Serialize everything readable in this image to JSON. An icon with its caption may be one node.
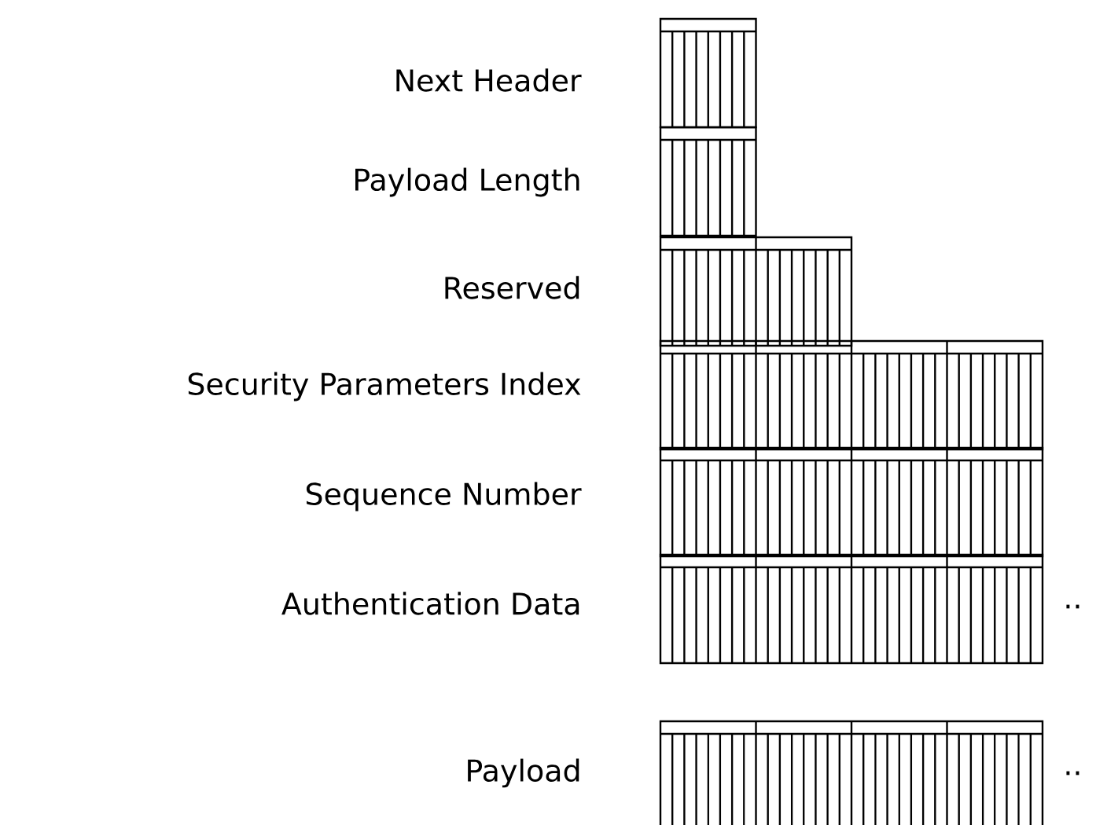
{
  "diagram": {
    "labels": [
      "Next Header",
      "Payload Length",
      "Reserved",
      "Security Parameters Index",
      "Sequence Number",
      "Authentication Data",
      "..",
      "Payload",
      ".."
    ]
  }
}
